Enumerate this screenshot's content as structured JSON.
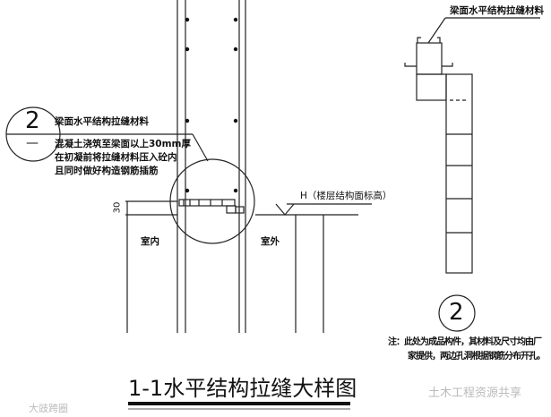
{
  "title": "1-1水平结构拉缝大样图",
  "left_callout": {
    "number": "2",
    "sub": "—",
    "label": "梁面水平结构拉缝材料",
    "notes": [
      "混凝土浇筑至梁面以上30mm厚",
      "在初凝前将拉缝材料压入砼内",
      "且同时做好构造钢筋插筋"
    ]
  },
  "dimension": "30",
  "elevation_label": "H（楼层结构面标高）",
  "indoor_label": "室内",
  "outdoor_label": "室外",
  "right_detail": {
    "label": "梁面水平结构拉缝材料",
    "number": "2",
    "note_lines": [
      "注：此处为成品构件，其材料及尺寸均由厂",
      "家提供，两边孔洞根据钢筋分布开孔。"
    ]
  },
  "watermarks": [
    "土木工程资源共享",
    "大豉跨圈"
  ]
}
